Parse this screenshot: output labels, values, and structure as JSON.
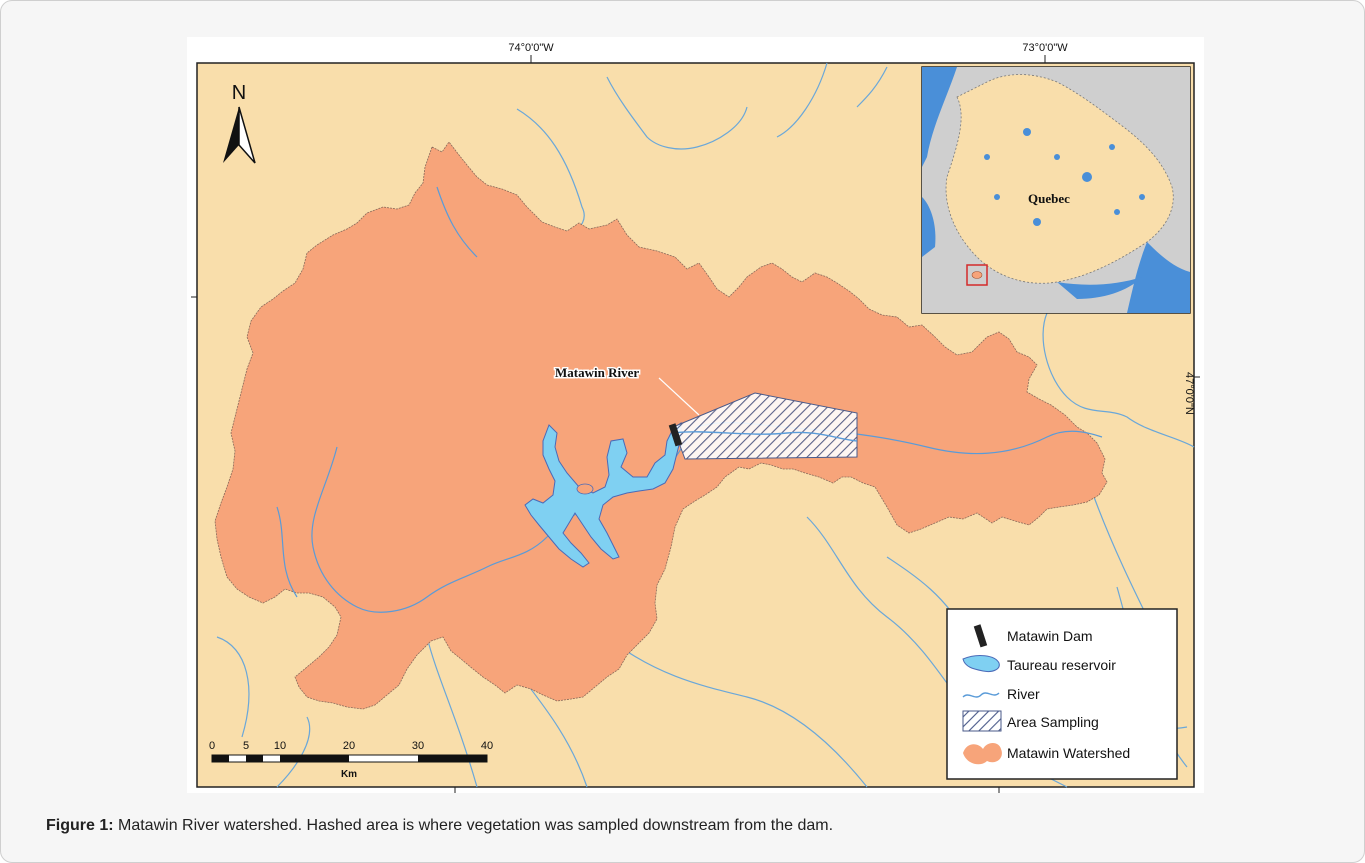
{
  "figure": {
    "coords": {
      "top_left": "74°0'0\"W",
      "top_right": "73°0'0\"W",
      "right": "47°0'0\"N"
    },
    "north_label": "N",
    "river_label": "Matawin River",
    "inset_label": "Quebec",
    "legend": [
      {
        "label": "Matawin Dam",
        "icon": "dam-bar-icon"
      },
      {
        "label": "Taureau reservoir",
        "icon": "reservoir-icon"
      },
      {
        "label": "River",
        "icon": "river-line-icon"
      },
      {
        "label": "Area Sampling",
        "icon": "hatch-icon"
      },
      {
        "label": "Matawin Watershed",
        "icon": "watershed-icon"
      }
    ],
    "scale_bar": {
      "ticks": [
        "0",
        "5",
        "10",
        "20",
        "30",
        "40"
      ],
      "unit": "Km"
    },
    "colors": {
      "land": "#f9deab",
      "watershed": "#f7a47a",
      "water": "#7fd0f2",
      "river": "#5a9bd8",
      "inset_gray": "#cfcfcf"
    }
  },
  "caption": {
    "prefix": "Figure 1:",
    "text": " Matawin River watershed. Hashed area is where vegetation was sampled downstream from the dam."
  }
}
